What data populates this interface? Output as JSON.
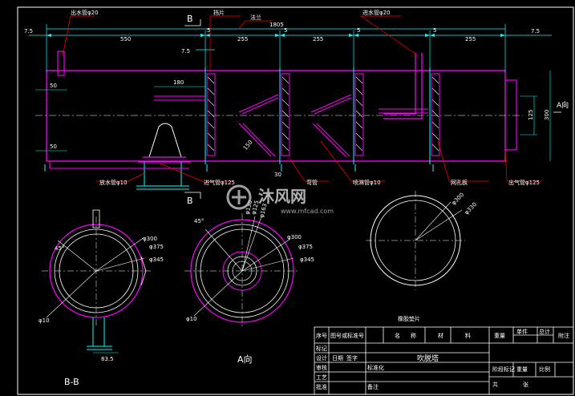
{
  "drawing": {
    "section_label": "B",
    "labels": {
      "outlet_pipe": "出水管φ20",
      "baffle": "挡片",
      "flange": "法兰",
      "inlet_pipe": "进水管φ20",
      "drain_pipe": "放水管φ10",
      "air_inlet": "进气管φ125",
      "spray_pipe": "喷淋管φ10",
      "bent_pipe": "弯管",
      "mesh_plate": "网孔板",
      "air_outlet": "出气管φ125",
      "a_view": "A向",
      "rubber_gasket": "橡胶垫片"
    },
    "dims": {
      "left_margin": "7.5",
      "right_margin": "7.5",
      "total_length": "1805",
      "sec1": "550",
      "sec2": "255",
      "sec3": "255",
      "sec4": "255",
      "gap": "5",
      "offset": "7.5",
      "spray_len": "180",
      "lower_50": "50",
      "upper_50": "50",
      "height_300": "300",
      "height_125": "125",
      "angle_len": "150",
      "thick_30": "30",
      "dia_300": "φ300",
      "dia_375": "φ375",
      "dia_345": "φ345",
      "dia_125": "φ125",
      "dia_10": "φ10",
      "angle_45": "45°",
      "stub_35": "83.5",
      "dia_330": "φ330",
      "dia_130": "φ130",
      "dia_163": "φ163"
    },
    "views": {
      "bb_label": "B-B",
      "a_label": "A向"
    }
  },
  "title_block": {
    "col_seq": "序号",
    "col_drawing_no": "图号或标准号",
    "col_name": "名",
    "col_qty": "称",
    "col_material": "材",
    "col_spec": "料",
    "col_weight": "重量",
    "col_unit": "单件",
    "col_total": "总计",
    "col_note": "附注",
    "product_name": "吹脱塔",
    "rows": [
      "标记",
      "设计",
      "审核",
      "工艺",
      "批准"
    ],
    "r_item1": "日期",
    "r_item2": "签字",
    "r_item3": "标准化",
    "r_item4": "备注",
    "stage": "阶段标记",
    "scale": "比例",
    "weight2": "重量",
    "sheet": "共",
    "sheet2": "张"
  },
  "watermark": {
    "brand": "沐风网",
    "url": "www.mfcad.com"
  },
  "colors": {
    "background": "#000000",
    "outline": "#ff00ff",
    "dimension": "#00ffff",
    "leader": "#ff0000",
    "centerline": "#ffffff",
    "text": "#ffffff",
    "title_block": "#ffffff"
  }
}
